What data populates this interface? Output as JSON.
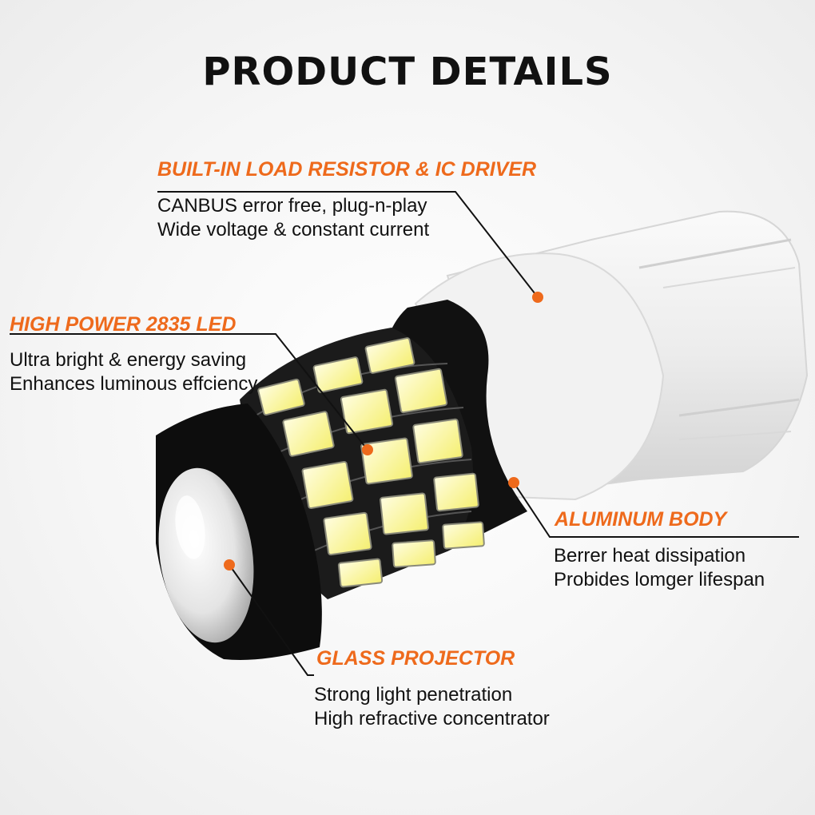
{
  "title": "PRODUCT DETAILS",
  "accent_color": "#ee6a1c",
  "features": {
    "load_resistor": {
      "heading": "BUILT-IN LOAD RESISTOR & IC DRIVER",
      "line1": "CANBUS error free, plug-n-play",
      "line2": "Wide voltage & constant current"
    },
    "high_power_led": {
      "heading": "HIGH POWER 2835 LED",
      "line1": "Ultra bright & energy saving",
      "line2": "Enhances luminous effciency"
    },
    "aluminum_body": {
      "heading": "ALUMINUM BODY",
      "line1": "Berrer heat dissipation",
      "line2": "Probides lomger lifespan"
    },
    "glass_projector": {
      "heading": "GLASS PROJECTOR",
      "line1": "Strong light penetration",
      "line2": "High refractive concentrator"
    }
  }
}
